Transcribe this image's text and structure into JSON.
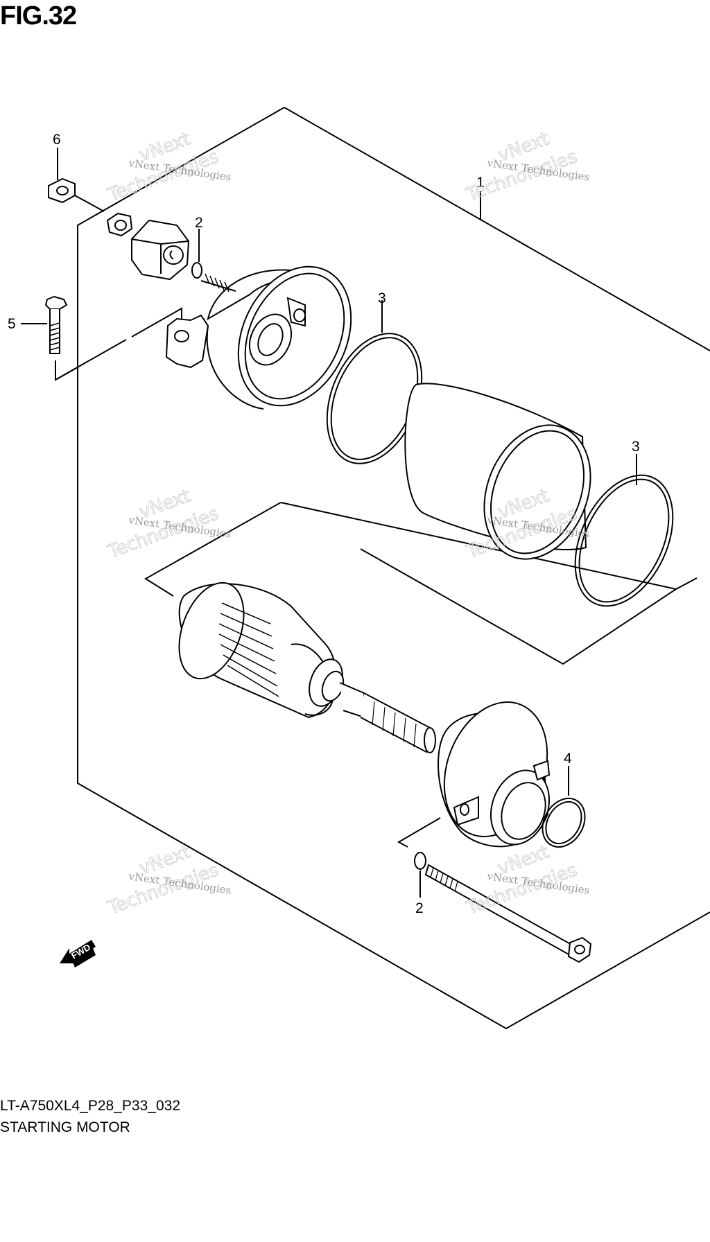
{
  "figure": {
    "title": "FIG.32"
  },
  "callouts": [
    {
      "id": "c1",
      "label": "1"
    },
    {
      "id": "c2a",
      "label": "2"
    },
    {
      "id": "c2b",
      "label": "2"
    },
    {
      "id": "c3a",
      "label": "3"
    },
    {
      "id": "c3b",
      "label": "3"
    },
    {
      "id": "c4",
      "label": "4"
    },
    {
      "id": "c5",
      "label": "5"
    },
    {
      "id": "c6",
      "label": "6"
    }
  ],
  "watermark": {
    "line1": "vNext Technologies",
    "line2": "vNext",
    "line3": "Technologies"
  },
  "fwd_label": "FWD",
  "caption": {
    "model": "LT-A750XL4_P28_P33_032",
    "name": "STARTING MOTOR"
  }
}
